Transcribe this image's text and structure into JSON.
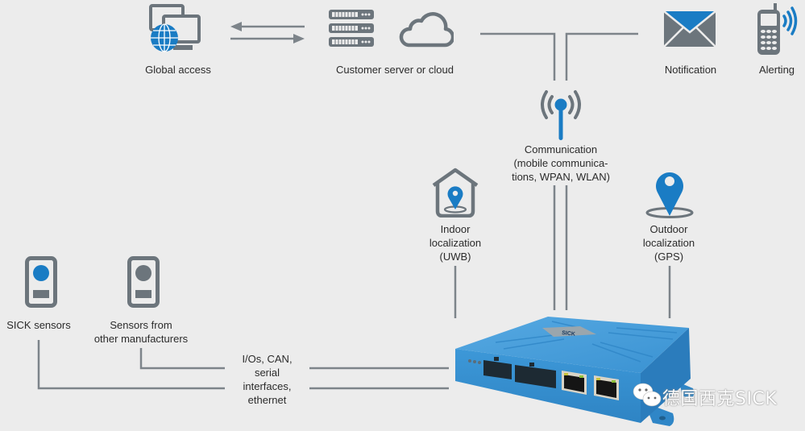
{
  "diagram": {
    "colors": {
      "background": "#ececec",
      "accent_blue": "#1a7cc4",
      "icon_gray": "#6c757c",
      "line_gray": "#7d848a",
      "device_blue": "#3c9ad8"
    },
    "nodes": {
      "global_access": {
        "label": "Global access",
        "icon": "computer-globe-icon"
      },
      "server_cloud": {
        "label": "Customer server or cloud",
        "icons": [
          "server-rack-icon",
          "cloud-icon"
        ]
      },
      "notification": {
        "label": "Notification",
        "icon": "envelope-icon"
      },
      "alerting": {
        "label": "Alerting",
        "icon": "mobile-phone-signal-icon"
      },
      "communication": {
        "label": "Communication\n(mobile communica-\ntions, WPAN, WLAN)",
        "icon": "antenna-icon"
      },
      "indoor": {
        "label": "Indoor\nlocalization\n(UWB)",
        "icon": "house-location-pin-icon"
      },
      "outdoor": {
        "label": "Outdoor\nlocalization\n(GPS)",
        "icon": "location-pin-icon"
      },
      "sick_sensors": {
        "label": "SICK sensors",
        "icon": "sensor-blue-icon"
      },
      "other_sensors": {
        "label": "Sensors from\nother manufacturers",
        "icon": "sensor-gray-icon"
      },
      "interfaces": {
        "label": "I/Os, CAN,\nserial\ninterfaces,\nethernet"
      },
      "device": {
        "brand_label": "SICK",
        "description": "telematics gateway device"
      }
    },
    "watermark": {
      "text": "德国西克SICK",
      "icon": "wechat-icon"
    }
  }
}
